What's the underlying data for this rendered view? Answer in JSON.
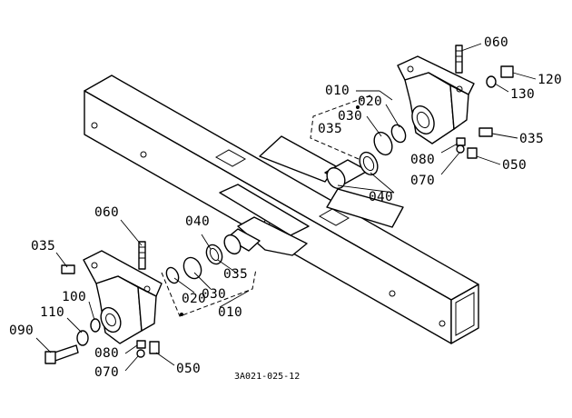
{
  "callouts": {
    "c060_top": "060",
    "c120": "120",
    "c130": "130",
    "c010_top": "010",
    "c020_top": "020",
    "c030_top": "030",
    "c035_top": "035",
    "c035_right": "035",
    "c080_top": "080",
    "c070_top": "070",
    "c050_top": "050",
    "c040_top": "040",
    "c060_left": "060",
    "c035_left": "035",
    "c040_mid": "040",
    "c035_mid": "035",
    "c020_bot": "020",
    "c030_bot": "030",
    "c010_bot": "010",
    "c100": "100",
    "c110": "110",
    "c090": "090",
    "c080_bot": "080",
    "c070_bot": "070",
    "c050_bot": "050"
  },
  "drawing_code": "3A021-025-12"
}
